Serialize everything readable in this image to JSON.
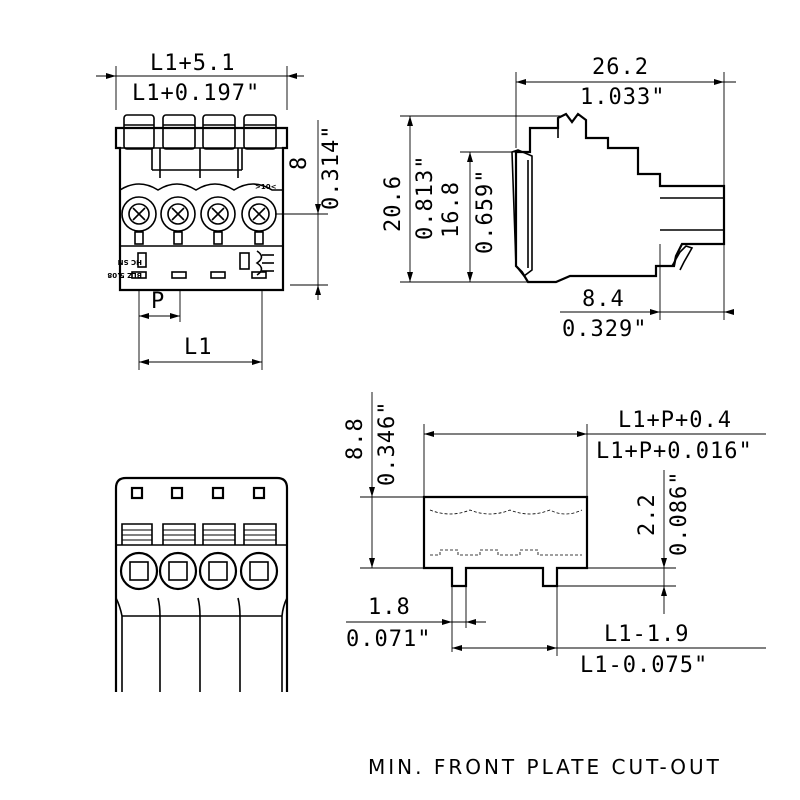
{
  "front_view": {
    "width_mm": "L1+5.1",
    "width_in": "L1+0.197\"",
    "height_mm": "8",
    "height_in": "0.314\"",
    "pitch": "P",
    "length": "L1",
    "marking_arrow": ">10<",
    "marking_side_1": "BLZ 5.08",
    "marking_side_2": "HC SN"
  },
  "side_view": {
    "length_mm": "26.2",
    "length_in": "1.033\"",
    "height_total_mm": "20.6",
    "height_total_in": "0.813\"",
    "height_body_mm": "16.8",
    "height_body_in": "0.659\"",
    "pin_mm": "8.4",
    "pin_in": "0.329\""
  },
  "cutout_view": {
    "width_mm": "L1+P+0.4",
    "width_in": "L1+P+0.016\"",
    "height_mm": "8.8",
    "height_in": "0.346\"",
    "depth_mm": "2.2",
    "depth_in": "0.086\"",
    "pin_mm": "1.8",
    "pin_in": "0.071\"",
    "offset_mm": "L1-1.9",
    "offset_in": "L1-0.075\""
  },
  "caption": "MIN. FRONT PLATE CUT-OUT"
}
